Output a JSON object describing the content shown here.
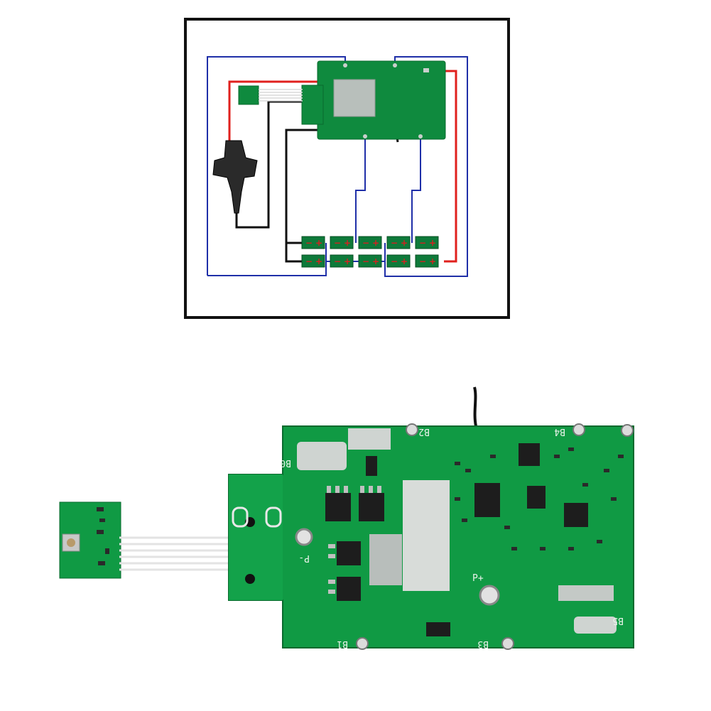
{
  "colors": {
    "frame": "#111111",
    "wire_blue": "#1f2fa8",
    "wire_red": "#e0201d",
    "wire_black": "#111111",
    "pcb_green": "#0f8a3e",
    "pcb_dark": "#0a6a2e",
    "pad_silver": "#c9cfcc",
    "cell_green": "#0e7a3a"
  },
  "icons": {
    "connector": "battery-connector-icon",
    "cell": "battery-cell-icon",
    "button": "push-button-icon"
  },
  "diagram": {
    "cell_rows": 2,
    "cells_per_row": 5,
    "cell_polarity": [
      "−",
      "+"
    ]
  },
  "board_labels": {
    "b0": "B0",
    "b1": "B1",
    "b2": "B2",
    "b3": "B3",
    "b4": "B4",
    "b5": "B5",
    "p_minus": "P-",
    "p_plus": "P+"
  }
}
